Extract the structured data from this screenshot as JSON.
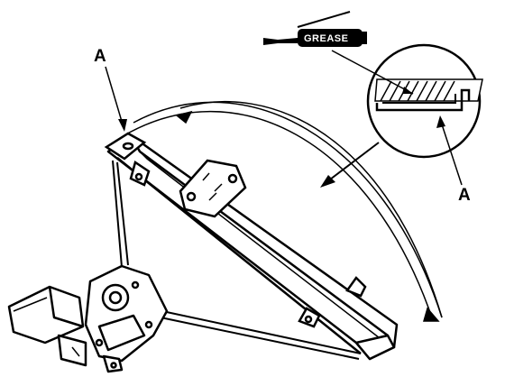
{
  "labels": {
    "callout_a_top": "A",
    "callout_a_right": "A",
    "grease": "GREASE"
  }
}
